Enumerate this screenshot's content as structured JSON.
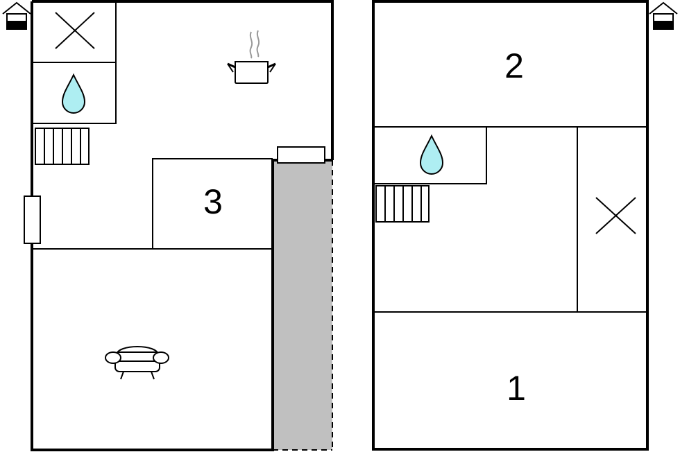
{
  "plans": [
    {
      "name": "floor-plan-left",
      "rooms": [
        {
          "label": "3"
        }
      ],
      "icons": [
        "house-entrance-icon",
        "bedroom-x-icon",
        "bathroom-drop-icon",
        "stairs-icon",
        "door-icon",
        "window-icon",
        "kitchen-pot-icon",
        "sofa-icon"
      ],
      "terrace_color": "#c0c0c0"
    },
    {
      "name": "floor-plan-right",
      "rooms": [
        {
          "label": "2"
        },
        {
          "label": "1"
        }
      ],
      "icons": [
        "house-entrance-icon",
        "bathroom-drop-icon",
        "stairs-icon",
        "bedroom-x-icon"
      ]
    }
  ],
  "colors": {
    "wall": "#000000",
    "water_drop": "#aeeef2",
    "terrace": "#c0c0c0",
    "background": "#ffffff"
  }
}
